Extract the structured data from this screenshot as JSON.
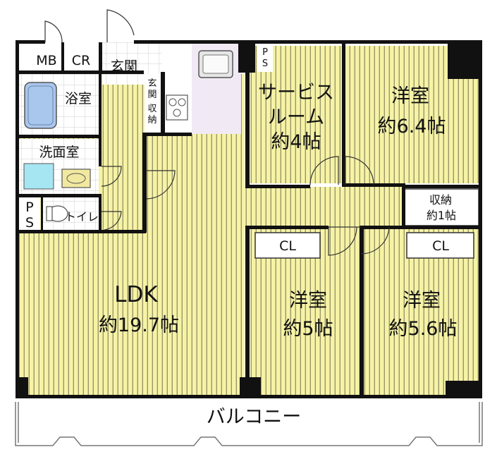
{
  "labels": {
    "mb": "MB",
    "cr": "CR",
    "entrance": "玄関",
    "entrance_storage": [
      "玄",
      "関",
      "収",
      "納"
    ],
    "bath": "浴室",
    "washroom": "洗面室",
    "ps_left": [
      "P",
      "S"
    ],
    "ps_top": [
      "P",
      "S"
    ],
    "toilet": "トイレ",
    "service_room": [
      "サービス",
      "ルーム",
      "約4帖"
    ],
    "western_ne": [
      "洋室",
      "約6.4帖"
    ],
    "storage": [
      "収納",
      "約1帖"
    ],
    "closet_mid": "CL",
    "closet_right": "CL",
    "ldk": [
      "LDK",
      "約19.7帖"
    ],
    "western_mid": [
      "洋室",
      "約5帖"
    ],
    "western_se": [
      "洋室",
      "約5.6帖"
    ],
    "balcony": "バルコニー"
  },
  "colors": {
    "floor": "#f6f3a6",
    "floor_stripe": "#9a966a",
    "wall": "#111111",
    "tile": "#ffffff",
    "bathtub": "#a9c6ec",
    "sink": "#a6e6f2",
    "kitchen": "#f1e9f4",
    "balcony_line": "#777777"
  }
}
